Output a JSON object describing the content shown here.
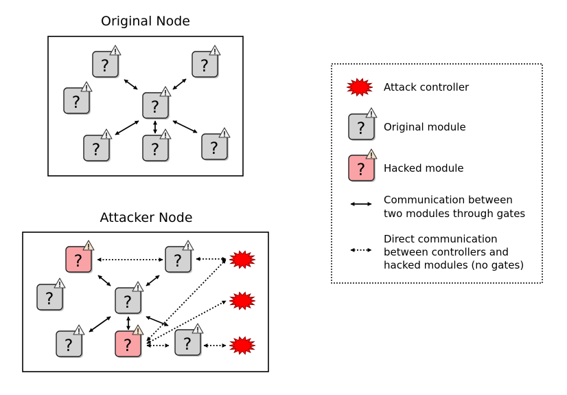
{
  "original_node": {
    "title": "Original Node",
    "modules": [
      {
        "id": "o1",
        "type": "original"
      },
      {
        "id": "o2",
        "type": "original"
      },
      {
        "id": "o3",
        "type": "original"
      },
      {
        "id": "o4",
        "type": "original"
      },
      {
        "id": "o5",
        "type": "original"
      },
      {
        "id": "o6",
        "type": "original"
      },
      {
        "id": "o7",
        "type": "original"
      }
    ]
  },
  "attacker_node": {
    "title": "Attacker Node",
    "modules": [
      {
        "id": "a1",
        "type": "hacked"
      },
      {
        "id": "a2",
        "type": "original"
      },
      {
        "id": "a3",
        "type": "original"
      },
      {
        "id": "a4",
        "type": "original"
      },
      {
        "id": "a5",
        "type": "original"
      },
      {
        "id": "a6",
        "type": "hacked"
      },
      {
        "id": "a7",
        "type": "original"
      }
    ],
    "controllers": 3
  },
  "module_symbol": "?",
  "legend": {
    "attack_controller": "Attack controller",
    "original_module": "Original module",
    "hacked_module": "Hacked module",
    "gate_comm_line1": "Communication between",
    "gate_comm_line2": "two modules through gates",
    "direct_comm_line1": "Direct communication",
    "direct_comm_line2": "between controllers and",
    "direct_comm_line3": "hacked modules (no gates)"
  },
  "colors": {
    "original_module": "#d3d3d3",
    "hacked_module": "#f9a3a6",
    "attack_controller": "#ff0000"
  }
}
